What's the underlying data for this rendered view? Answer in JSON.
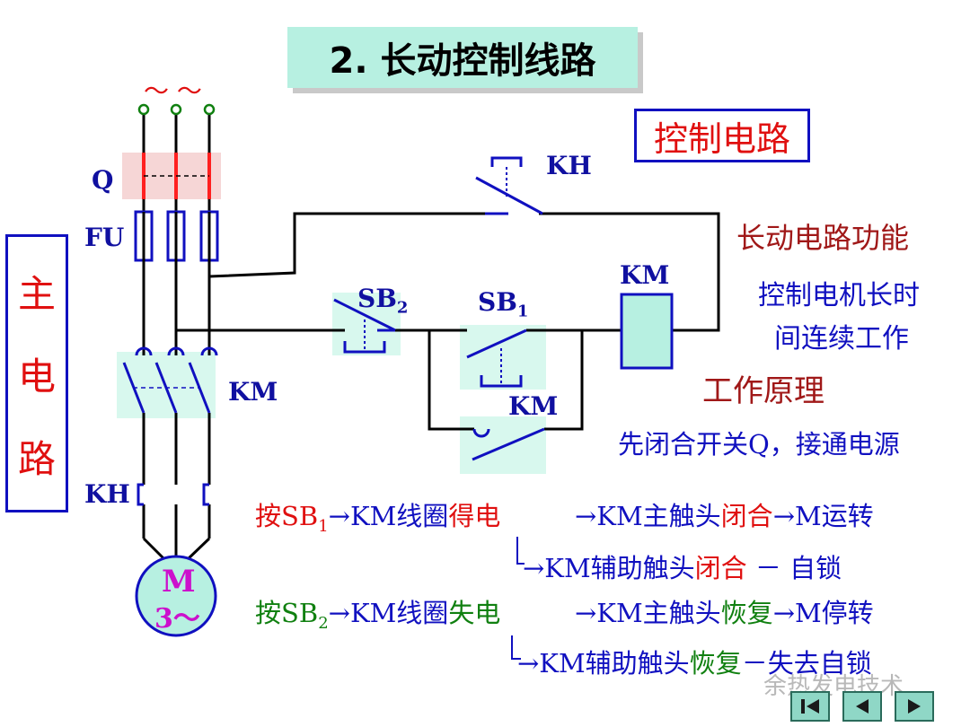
{
  "title": "2. 长动控制线路",
  "control_label": "控制电路",
  "main_circuit_label": [
    "主",
    "电",
    "路"
  ],
  "supply_symbol": "～ ～",
  "labels": {
    "q": "Q",
    "fu": "FU",
    "km_main": "KM",
    "kh_main": "KH",
    "motor_m": "M",
    "motor_phase": "3～",
    "kh_ctrl": "KH",
    "sb2": "SB",
    "sb2_sub": "2",
    "sb1": "SB",
    "sb1_sub": "1",
    "km_coil": "KM",
    "km_aux": "KM"
  },
  "function_title": "长动电路功能",
  "function_desc": [
    "控制电机长时",
    "间连续工作"
  ],
  "principle_title": "工作原理",
  "principle_step0": "先闭合开关Q，接通电源",
  "start_line": {
    "press": "按SB",
    "sub": "1",
    "coil": "→KM线圈",
    "state": "得电",
    "main_contact": "→KM主触头",
    "main_state": "闭合",
    "result": "→M运转"
  },
  "start_branch": {
    "prefix": "→KM辅助触头",
    "state": "闭合",
    "suffix": " － 自锁"
  },
  "stop_line": {
    "press": "按SB",
    "sub": "2",
    "coil": "→KM线圈",
    "state": "失电",
    "main_contact": "→KM主触头",
    "main_state": "恢复",
    "result": "→M停转"
  },
  "stop_branch": {
    "prefix": "→KM辅助触头",
    "state": "恢复",
    "suffix": "－失去自锁"
  },
  "watermark": "余热发电技术",
  "nav": [
    "first-icon",
    "prev-icon",
    "next-icon"
  ],
  "colors": {
    "wire": "#000000",
    "symbol": "#1010c0",
    "highlight": "#ff2020",
    "fill": "#b7f0e1"
  }
}
